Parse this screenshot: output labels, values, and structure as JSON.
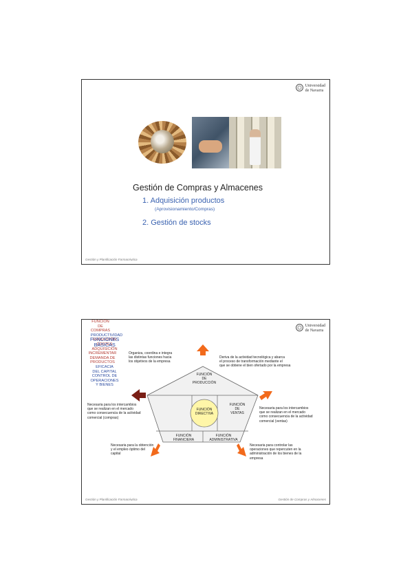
{
  "slide1": {
    "logo_line1": "Universidad",
    "logo_line2": "de Navarra",
    "title": "Gestión de Compras y Almacenes",
    "item1": "1. Adquisición productos",
    "item1_sub": "(Aprovisionamiento/Compras)",
    "item2": "2. Gestión de stocks",
    "footer": "Gestión y Planificación Farmacéutica"
  },
  "slide2": {
    "logo_line1": "Universidad",
    "logo_line2": "de Navarra",
    "heading_line1": "FUNCIONES",
    "heading_line2": "BÁSICAS",
    "functions": {
      "produccion": [
        "FUNCIÓN",
        "DE",
        "PRODUCCIÓN"
      ],
      "compras": [
        "FUNCIÓN",
        "DE",
        "COMPRAS"
      ],
      "ventas": [
        "FUNCIÓN",
        "DE",
        "VENTAS"
      ],
      "financiera": [
        "FUNCIÓN",
        "FINANCIERA"
      ],
      "administrativa": [
        "FUNCIÓN",
        "ADMINISTRATIVA"
      ],
      "directiva": [
        "FUNCIÓN",
        "DIRECTIVA"
      ]
    },
    "outcomes": {
      "productividad": "PRODUCTIVIDAD",
      "reduccion": [
        "REDUCCIÓN",
        "COSTES",
        "ADQUISICIÓN"
      ],
      "incrementar": [
        "INCREMENTAR",
        "DEMANDA DE",
        "PRODUCTOS"
      ],
      "eficacia": [
        "EFICACIA",
        "DEL CAPITAL"
      ],
      "control": [
        "CONTROL DE",
        "OPERACIONES",
        "Y BIENES"
      ]
    },
    "notes": {
      "directiva": [
        "Organiza, coordina e integra",
        "las distintas funciones hacia",
        "los objetivos de la empresa"
      ],
      "produccion": [
        "Deriva de la actividad tecnológica y abarca",
        "el proceso de transformación mediante el",
        "que se obtiene el bien ofertado por la empresa"
      ],
      "compras": [
        "Necesaria para los intercambios",
        "que se realizan en el mercado",
        "como consecuencia de la actividad",
        "comercial (compras)"
      ],
      "ventas": [
        "Necesaria para los intercambios",
        "que se realizan en el mercado",
        "como consecuencia de la actividad",
        "comercial (ventas)"
      ],
      "financiera": [
        "Necesaria para la obtención",
        "y el empleo óptimo del",
        "capital"
      ],
      "administrativa": [
        "Necesaria para controlar las",
        "operaciones que repercuten en la",
        "administración de los bienes de la",
        "empresa"
      ]
    },
    "footer_left": "Gestión y Planificación Farmacéutica",
    "footer_right": "Gestión de Compras y Almacenes"
  },
  "colors": {
    "accent_blue": "#3a62b0",
    "heading_blue": "#2a4aa0",
    "orange_arrow": "#f26a1b",
    "dark_red_arrow": "#7a1f16",
    "red_text": "#b43a32",
    "center_yellow": "#fff6a8"
  }
}
